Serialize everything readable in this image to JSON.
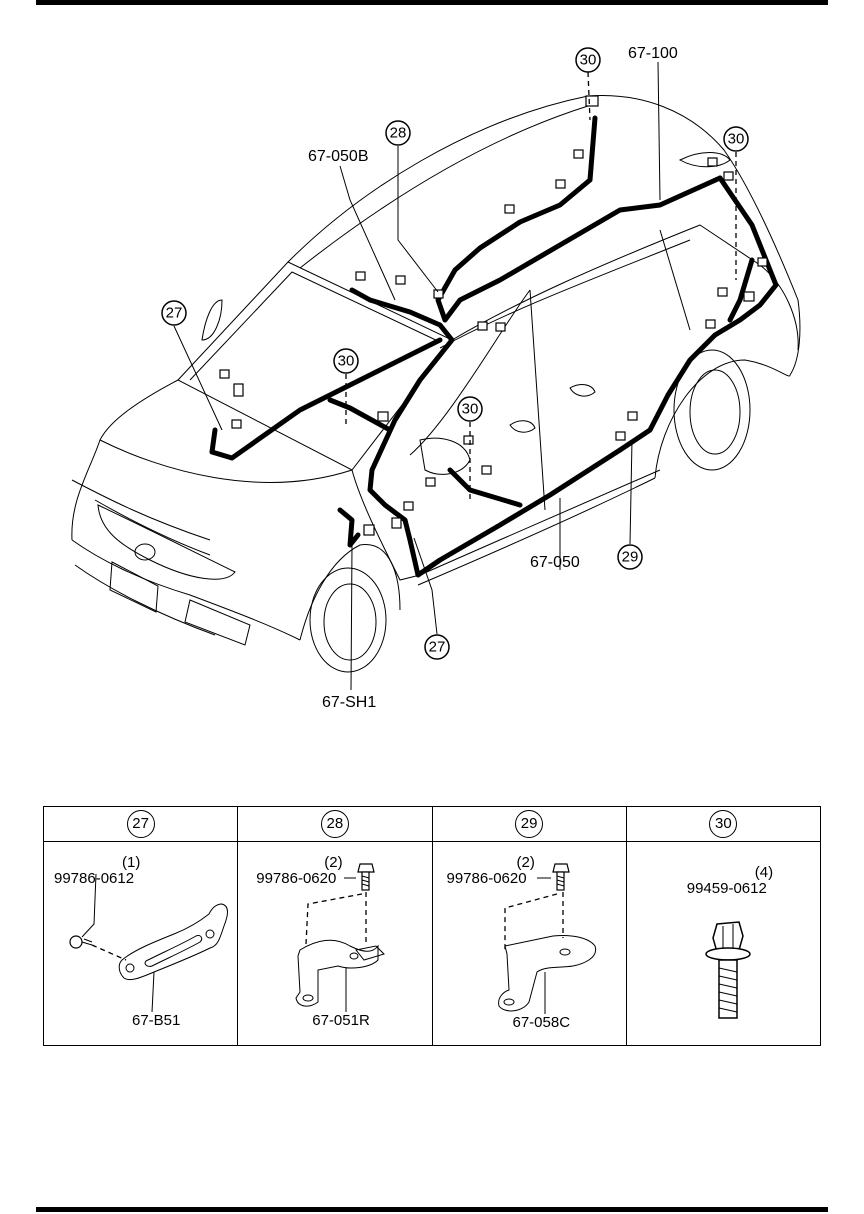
{
  "callouts": {
    "c27_top": "27",
    "c28": "28",
    "c30_roof": "30",
    "c30_rear": "30",
    "c30_dash": "30",
    "c30_door": "30",
    "c29": "29",
    "c27_bottom": "27"
  },
  "labels": {
    "roof_harness": "67-100",
    "front_harness": "67-050B",
    "floor_harness": "67-050",
    "sub_harness": "67-SH1"
  },
  "parts_table": {
    "headers": [
      "27",
      "28",
      "29",
      "30"
    ],
    "cells": [
      {
        "qty": "(1)",
        "bolt": "99786-0612",
        "part": "67-B51"
      },
      {
        "qty": "(2)",
        "bolt": "99786-0620",
        "part": "67-051R"
      },
      {
        "qty": "(2)",
        "bolt": "99786-0620",
        "part": "67-058C"
      },
      {
        "qty": "(4)",
        "bolt": "99459-0612"
      }
    ]
  }
}
